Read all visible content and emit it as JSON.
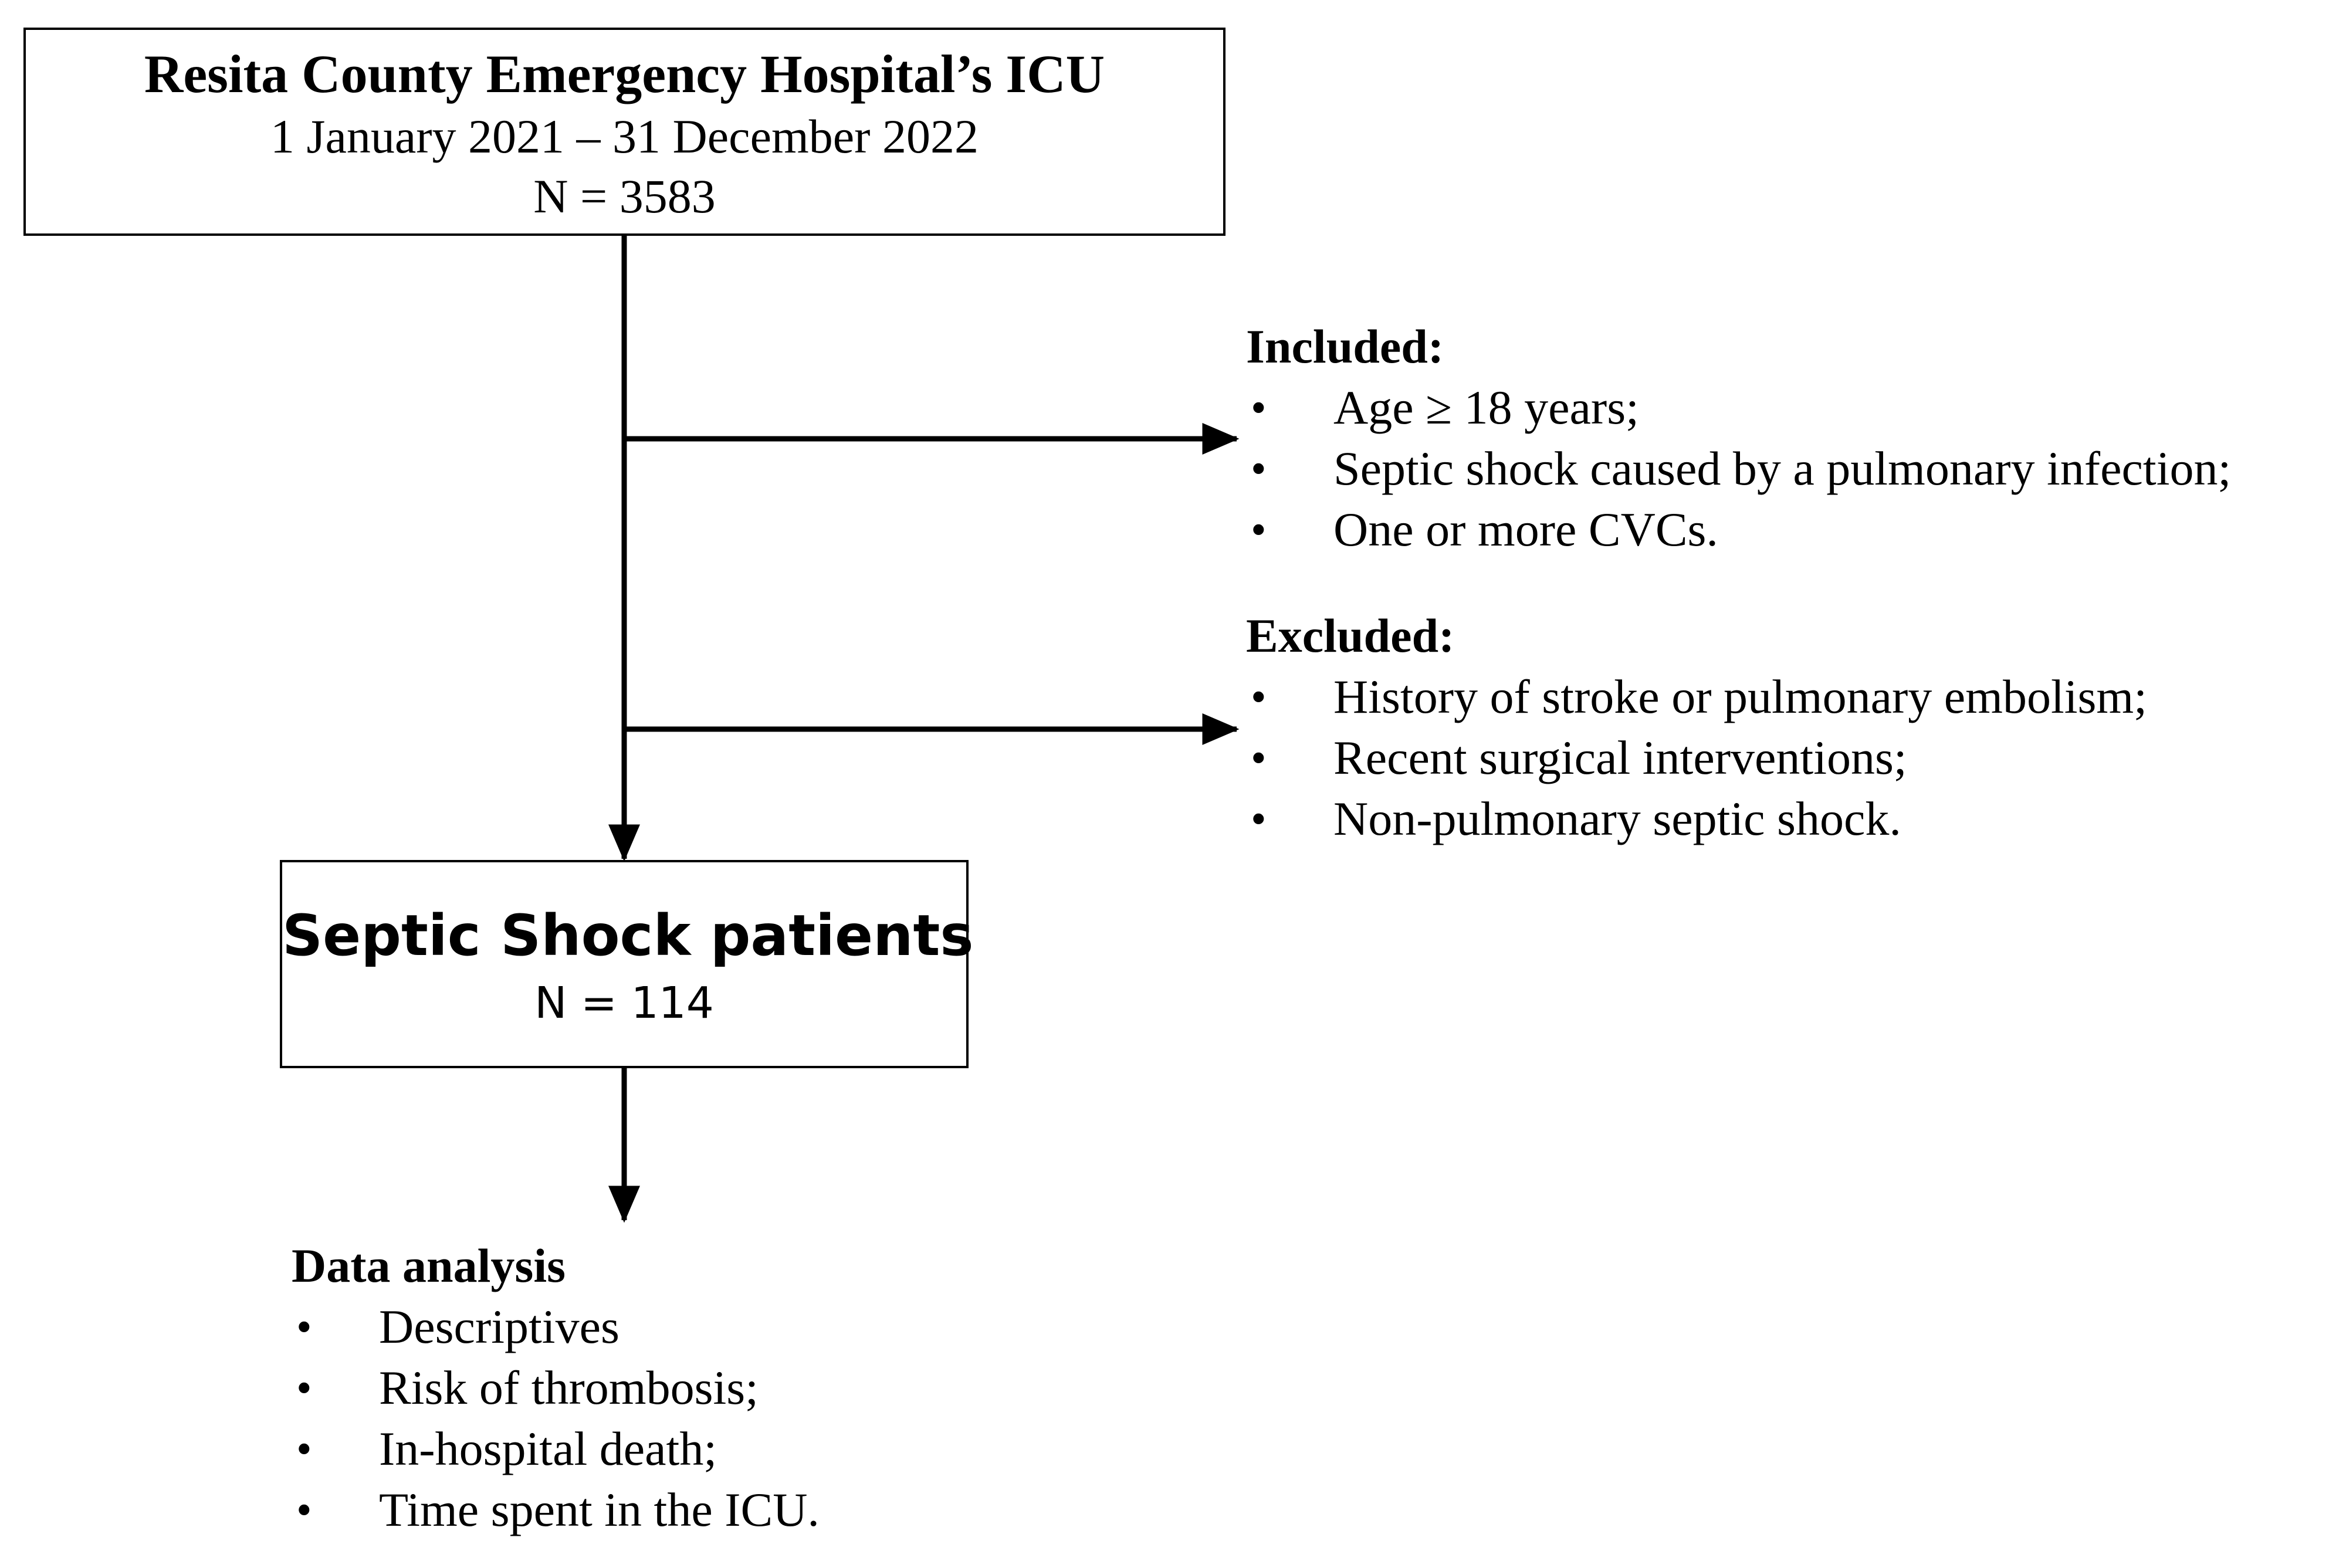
{
  "source_box": {
    "title": "Resita County Emergency Hospital’s ICU",
    "dates": "1 January 2021 – 31 December 2022",
    "count": "N = 3583"
  },
  "included": {
    "heading": "Included:",
    "items": [
      "Age ≥ 18 years;",
      "Septic shock caused by a pulmonary infection;",
      "One or more CVCs."
    ]
  },
  "excluded": {
    "heading": "Excluded:",
    "items": [
      "History of stroke or pulmonary embolism;",
      "Recent surgical interventions;",
      "Non-pulmonary septic shock."
    ]
  },
  "cohort_box": {
    "title": "Septic Shock patients",
    "count": "N = 114"
  },
  "analysis": {
    "heading": "Data analysis",
    "items": [
      "Descriptives",
      "Risk of thrombosis;",
      "In-hospital death;",
      "Time spent in the ICU."
    ]
  },
  "bullet_glyph": "•"
}
